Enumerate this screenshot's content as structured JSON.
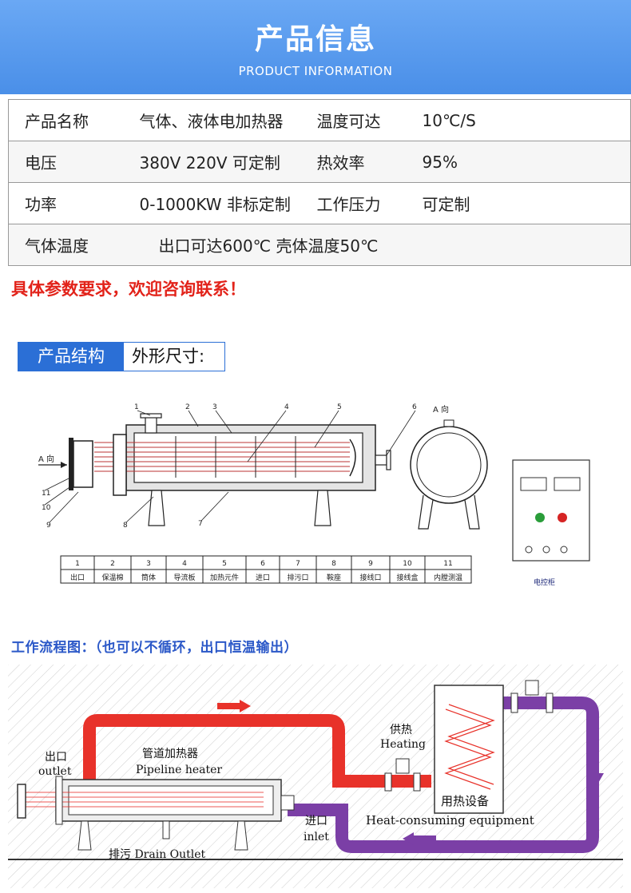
{
  "banner": {
    "title": "产品信息",
    "subtitle": "PRODUCT INFORMATION"
  },
  "spec_table": [
    [
      "产品名称",
      "气体、液体电加热器",
      "温度可达",
      "10℃/S"
    ],
    [
      "电压",
      "380V  220V 可定制",
      "热效率",
      "95%"
    ],
    [
      "功率",
      "0-1000KW 非标定制",
      "工作压力",
      "可定制"
    ]
  ],
  "gas_row": {
    "label": "气体温度",
    "value": "出口可达600℃   壳体温度50℃"
  },
  "contact_note": "具体参数要求，欢迎咨询联系！",
  "tabs": {
    "active": "产品结构",
    "inactive": "外形尺寸:"
  },
  "drawing": {
    "view_label": "A 向",
    "callouts": [
      "1",
      "2",
      "3",
      "4",
      "5",
      "6",
      "7",
      "8",
      "9",
      "10",
      "11"
    ],
    "parts_numbers": [
      "1",
      "2",
      "3",
      "4",
      "5",
      "6",
      "7",
      "8",
      "9",
      "10",
      "11"
    ],
    "parts_names": [
      "出口",
      "保温棉",
      "筒体",
      "导流板",
      "加热元件",
      "进口",
      "排污口",
      "鞍座",
      "接线口",
      "接线盒",
      "内膛测温"
    ],
    "control_cabinet_label": "电控柜"
  },
  "flow_title": "工作流程图：（也可以不循环，出口恒温输出）",
  "flow": {
    "outlet_cn": "出口",
    "outlet_en": "outlet",
    "heater_cn": "管道加热器",
    "heater_en": "Pipeline heater",
    "heating_cn": "供热",
    "heating_en": "Heating",
    "equipment_cn": "用热设备",
    "equipment_en": "Heat-consuming equipment",
    "inlet_cn": "进口",
    "inlet_en": "inlet",
    "drain": "排污 Drain Outlet"
  },
  "colors": {
    "banner": "#4a8fe8",
    "tab": "#2b6fd6",
    "hot_pipe": "#e8322a",
    "return_pipe": "#7b3fa6",
    "alert": "#e2231a"
  }
}
